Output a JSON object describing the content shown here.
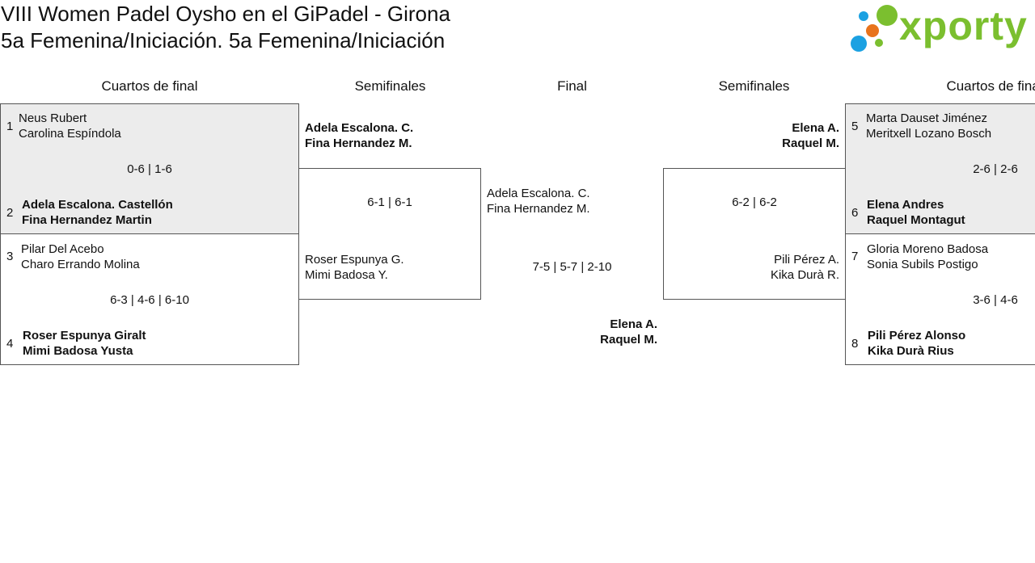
{
  "header": {
    "title_line1": "VIII Women Padel Oysho en el GiPadel - Girona",
    "title_line2": "5a Femenina/Iniciación. 5a Femenina/Iniciación",
    "logo_text": "xporty",
    "logo_colors": {
      "green": "#7bbf2f",
      "blue": "#1ba1e2",
      "orange": "#e8731c"
    }
  },
  "rounds": {
    "left_qf": "Cuartos de final",
    "left_sf": "Semifinales",
    "final": "Final",
    "right_sf": "Semifinales",
    "right_qf": "Cuartos de final"
  },
  "left_qf": {
    "match1": {
      "seed_a": "1",
      "a1": "Neus Rubert",
      "a2": "Carolina Espíndola",
      "score": "0-6 | 1-6",
      "seed_b": "2",
      "b1": "Adela Escalona. Castellón",
      "b2": "Fina Hernandez Martin"
    },
    "match2": {
      "seed_a": "3",
      "a1": "Pilar Del Acebo",
      "a2": "Charo Errando Molina",
      "score": "6-3 | 4-6 | 6-10",
      "seed_b": "4",
      "b1": "Roser Espunya Giralt",
      "b2": "Mimi Badosa Yusta"
    }
  },
  "left_sf": {
    "a1": "Adela Escalona. C.",
    "a2": "Fina Hernandez M.",
    "score": "6-1 | 6-1",
    "b1": "Roser Espunya G.",
    "b2": "Mimi Badosa Y."
  },
  "final": {
    "a1": "Adela Escalona. C.",
    "a2": "Fina Hernandez M.",
    "score": "7-5 | 5-7 | 2-10",
    "w1": "Elena A.",
    "w2": "Raquel M."
  },
  "right_sf": {
    "a1": "Elena A.",
    "a2": "Raquel M.",
    "score": "6-2 | 6-2",
    "b1": "Pili Pérez A.",
    "b2": "Kika Durà R."
  },
  "right_qf": {
    "match1": {
      "seed_a": "5",
      "a1": "Marta Dauset Jiménez",
      "a2": "Meritxell Lozano Bosch",
      "score": "2-6 | 2-6",
      "seed_b": "6",
      "b1": "Elena Andres",
      "b2": "Raquel Montagut"
    },
    "match2": {
      "seed_a": "7",
      "a1": "Gloria Moreno Badosa",
      "a2": "Sonia Subils Postigo",
      "score": "3-6 | 4-6",
      "seed_b": "8",
      "b1": "Pili Pérez Alonso",
      "b2": "Kika Durà Rius"
    }
  }
}
